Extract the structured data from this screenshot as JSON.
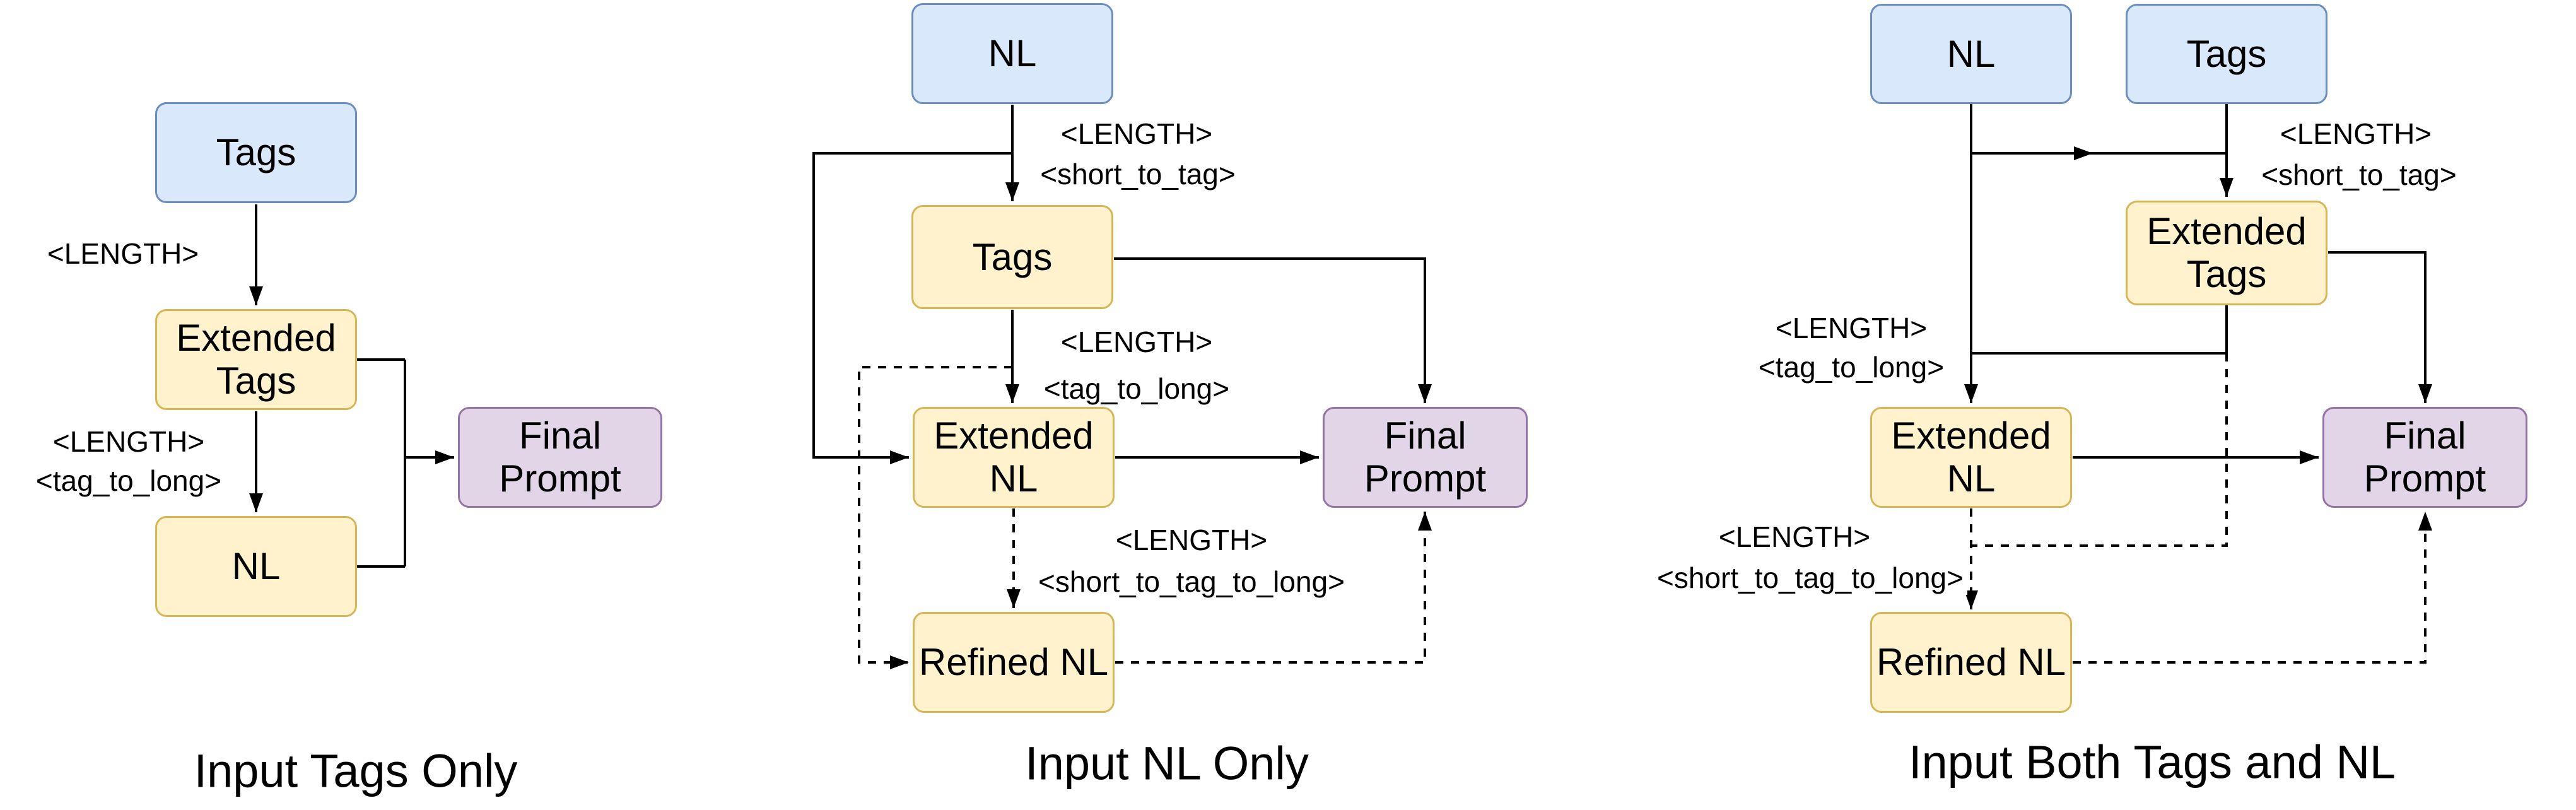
{
  "colors": {
    "background": "#ffffff",
    "edge": "#000000",
    "node_blue_fill": "#dae8fc",
    "node_blue_stroke": "#6c8ebf",
    "node_yellow_fill": "#fff2cc",
    "node_yellow_stroke": "#d6b656",
    "node_purple_fill": "#e1d5e7",
    "node_purple_stroke": "#9673a6"
  },
  "diagrams": [
    {
      "caption": "Input Tags Only",
      "nodes": {
        "tags": "Tags",
        "extended_tags": "Extended Tags",
        "nl": "NL",
        "final_prompt": "Final Prompt"
      },
      "edge_labels": {
        "length_a": "<LENGTH>",
        "length_b": "<LENGTH>",
        "tag_to_long": "<tag_to_long>"
      }
    },
    {
      "caption": "Input NL Only",
      "nodes": {
        "nl": "NL",
        "tags": "Tags",
        "extended_nl": "Extended NL",
        "refined_nl": "Refined NL",
        "final_prompt": "Final Prompt"
      },
      "edge_labels": {
        "length_a": "<LENGTH>",
        "short_to_tag": "<short_to_tag>",
        "length_b": "<LENGTH>",
        "tag_to_long": "<tag_to_long>",
        "length_c": "<LENGTH>",
        "short_to_tag_to_long": "<short_to_tag_to_long>"
      }
    },
    {
      "caption": "Input Both Tags and NL",
      "nodes": {
        "nl": "NL",
        "tags": "Tags",
        "extended_tags": "Extended Tags",
        "extended_nl": "Extended NL",
        "refined_nl": "Refined NL",
        "final_prompt": "Final Prompt"
      },
      "edge_labels": {
        "length_a": "<LENGTH>",
        "short_to_tag": "<short_to_tag>",
        "length_b": "<LENGTH>",
        "tag_to_long": "<tag_to_long>",
        "length_c": "<LENGTH>",
        "short_to_tag_to_long": "<short_to_tag_to_long>"
      }
    }
  ]
}
